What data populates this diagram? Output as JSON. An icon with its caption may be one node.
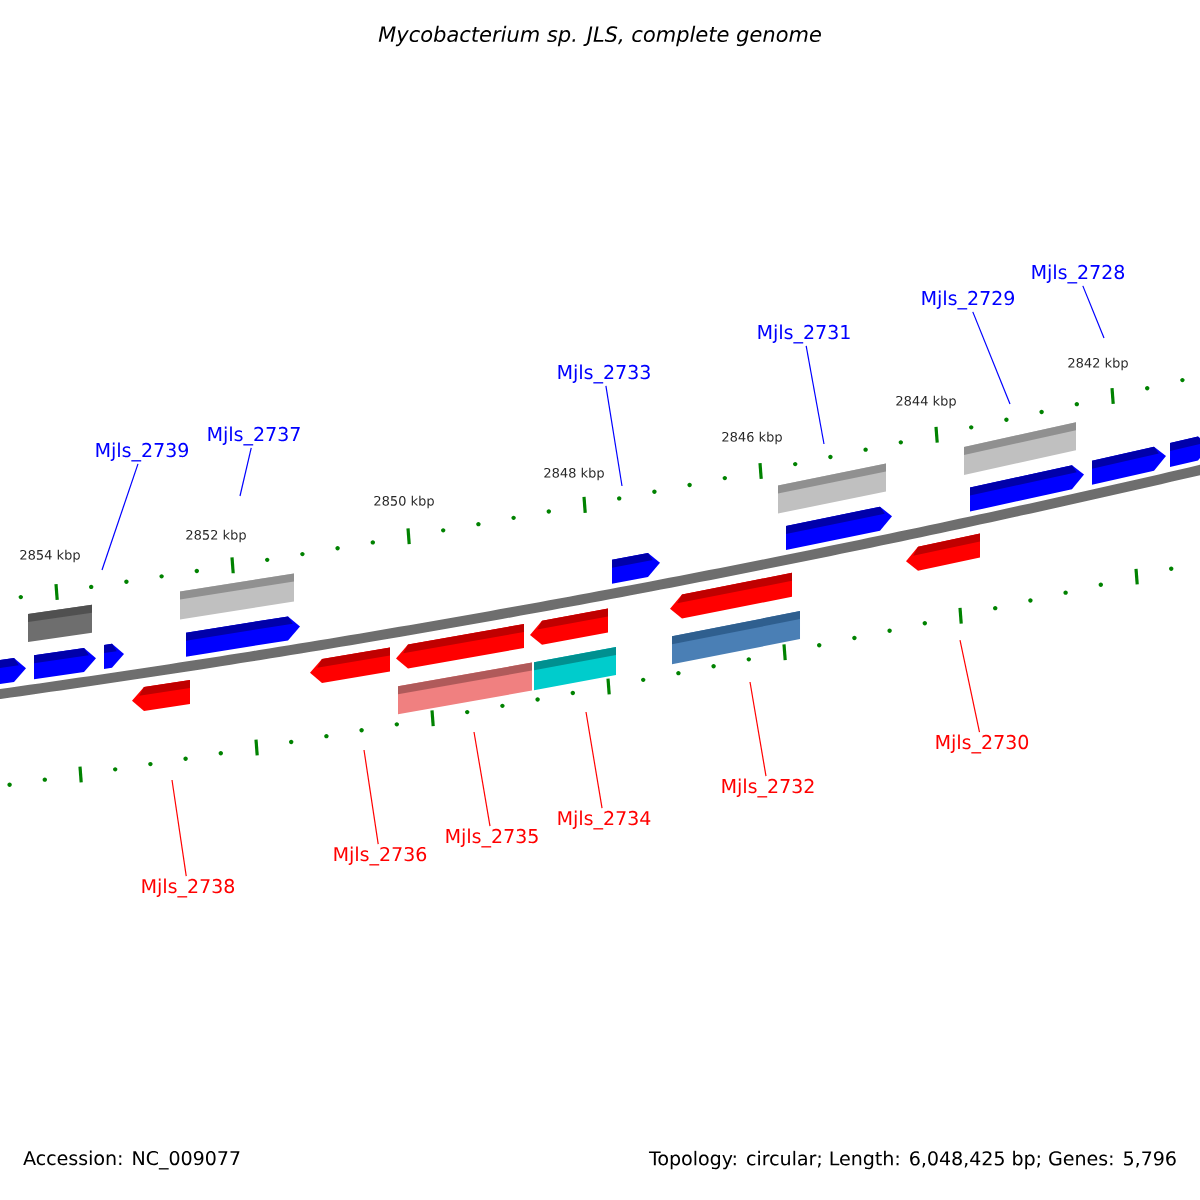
{
  "diagram": {
    "title": "Mycobacterium sp. JLS, complete genome",
    "nodes": [
      {
        "text": [
          "Mjls_2739"
        ]
      },
      {
        "text": [
          "Mjls_2737"
        ]
      },
      {
        "text": [
          "Mjls_2733"
        ]
      },
      {
        "text": [
          "Mjls_2731"
        ]
      },
      {
        "text": [
          "Mjls_2729"
        ]
      },
      {
        "text": [
          "Mjls_2728"
        ]
      },
      {
        "text": [
          "Mjls_2738"
        ]
      },
      {
        "text": [
          "Mjls_2736"
        ]
      },
      {
        "text": [
          "Mjls_2735"
        ]
      },
      {
        "text": [
          "Mjls_2734"
        ]
      },
      {
        "text": [
          "Mjls_2732"
        ]
      },
      {
        "text": [
          "Mjls_2730"
        ]
      }
    ],
    "edges": [
      {
        "from": 0,
        "to": null,
        "arrow": "none",
        "color": "#0000ff"
      },
      {
        "from": 1,
        "to": null,
        "arrow": "none",
        "color": "#0000ff"
      },
      {
        "from": 2,
        "to": null,
        "arrow": "none",
        "color": "#0000ff"
      },
      {
        "from": 3,
        "to": null,
        "arrow": "none",
        "color": "#0000ff"
      },
      {
        "from": 4,
        "to": null,
        "arrow": "none",
        "color": "#0000ff"
      },
      {
        "from": 5,
        "to": null,
        "arrow": "none",
        "color": "#0000ff"
      },
      {
        "from": 6,
        "to": null,
        "arrow": "none",
        "color": "#ff0000"
      },
      {
        "from": 7,
        "to": null,
        "arrow": "none",
        "color": "#ff0000"
      },
      {
        "from": 8,
        "to": null,
        "arrow": "none",
        "color": "#ff0000"
      },
      {
        "from": 9,
        "to": null,
        "arrow": "none",
        "color": "#ff0000"
      },
      {
        "from": 10,
        "to": null,
        "arrow": "none",
        "color": "#ff0000"
      },
      {
        "from": 11,
        "to": null,
        "arrow": "none",
        "color": "#ff0000"
      }
    ],
    "labels": [
      "2854 kbp",
      "2852 kbp",
      "2850 kbp",
      "2848 kbp",
      "2846 kbp",
      "2844 kbp",
      "2842 kbp",
      "Accession: NC_009077",
      "Topology: circular; Length: 6,048,425 bp; Genes: 5,796"
    ]
  }
}
